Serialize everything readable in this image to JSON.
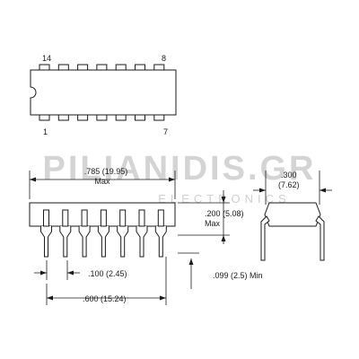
{
  "watermark": {
    "main": "PILIANIDIS.GR",
    "sub": "ELECTRONICS"
  },
  "top_view": {
    "pin_labels": {
      "top_left": "14",
      "top_right": "8",
      "bottom_left": "1",
      "bottom_right": "7"
    },
    "pins_per_side": 7
  },
  "dimensions": {
    "body_length": ".785 (19.95)",
    "body_length_qualifier": "Max",
    "height": ".200 (5.08)",
    "height_qualifier": "Max",
    "pin_pitch": ".100 (2.45)",
    "lead_length": ".099 (2.5) Min",
    "pin_span": ".600 (15.24)",
    "row_spacing": ".300",
    "row_spacing_mm": "(7.62)"
  },
  "colors": {
    "line": "#1a1a1a",
    "watermark": "#d4d4d4"
  }
}
